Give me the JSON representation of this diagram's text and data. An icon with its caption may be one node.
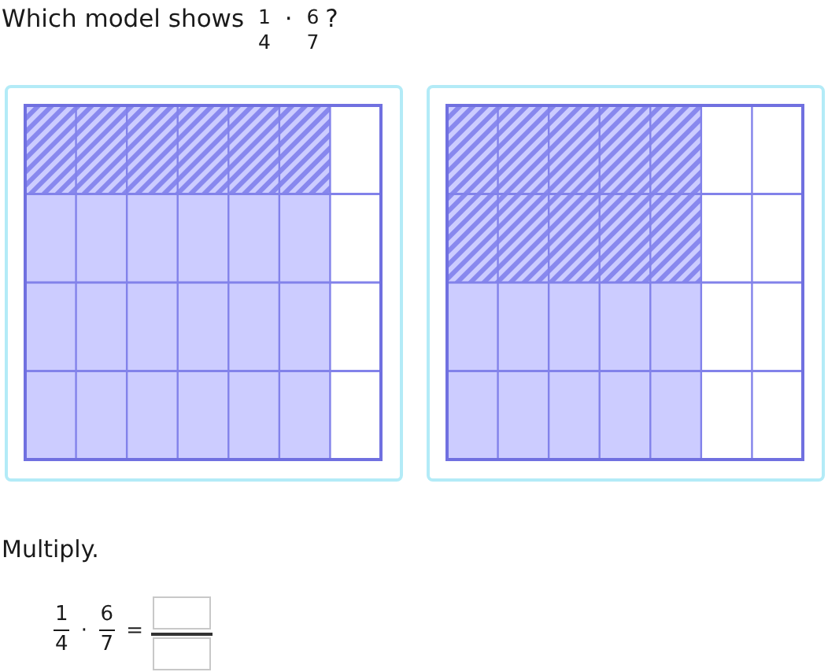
{
  "diagram": {
    "title": "Which model shows $^{1}$$_{4}$ · $^{6}$$_{7}$?",
    "nodes": [
      {
        "text": [],
        "shape": "box"
      },
      {
        "text": [],
        "shape": "box"
      }
    ],
    "labels": [
      "Multiply.",
      "$^{1}$$_{4}$ · $^{6}$$_{7}$ ="
    ]
  }
}
